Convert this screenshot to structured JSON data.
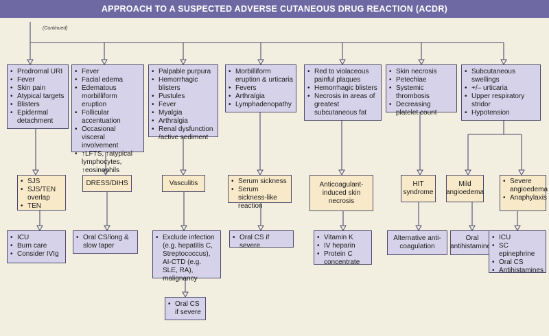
{
  "title": "APPROACH TO A SUSPECTED ADVERSE CUTANEOUS DRUG REACTION (ACDR)",
  "continued": "(Continued)",
  "columns": [
    {
      "findings": [
        "Prodromal URI",
        "Fever",
        "Skin pain",
        "Atypical targets",
        "Blisters",
        "Epidermal detachment"
      ],
      "diagnosis": [
        "SJS",
        "SJS/TEN overlap",
        "TEN"
      ],
      "management": [
        "ICU",
        "Burn care",
        "Consider IVIg"
      ]
    },
    {
      "findings": [
        "Fever",
        "Facial edema",
        "Edematous morbilliform eruption",
        "Follicular accentuation",
        "Occasional visceral involvement",
        "↑LFTS, ↑atypical lymphocytes, ↑eosinophils"
      ],
      "diagnosis_text": "DRESS/DIHS",
      "management": [
        "Oral CS/long & slow taper"
      ]
    },
    {
      "findings": [
        "Palpable purpura",
        "Hemorrhagic blisters",
        "Pustules",
        "Fever",
        "Myalgia",
        "Arthralgia",
        "Renal dysfunction /active sediment"
      ],
      "diagnosis_text": "Vasculitis",
      "management": [
        "Exclude infection (e.g. hepatitis C, Streptococcus), AI-CTD (e.g. SLE, RA), malignancy"
      ],
      "followup": [
        "Oral CS if severe"
      ]
    },
    {
      "findings": [
        "Morbilliform eruption & urticaria",
        "Fevers",
        "Arthralgia",
        "Lymphadenopathy"
      ],
      "diagnosis": [
        "Serum sickness",
        "Serum sickness-like reaction"
      ],
      "management": [
        "Oral CS if severe"
      ]
    },
    {
      "findings": [
        "Red to violaceous painful plaques",
        "Hemorrhagic blisters",
        "Necrosis in areas of greatest subcutaneous fat"
      ],
      "diagnosis_text": "Anticoagulant-induced skin necrosis",
      "management": [
        "Vitamin K",
        "IV heparin",
        "Protein C concentrate"
      ]
    },
    {
      "findings": [
        "Skin necrosis",
        "Petechiae",
        "Systemic thrombosis",
        "Decreasing platelet count"
      ],
      "diagnosis_text": "HIT syndrome",
      "management_text": "Alternative anti-coagulation"
    },
    {
      "findings": [
        "Subcutaneous swellings",
        "+/– urticaria",
        "Upper respiratory stridor",
        "Hypotension"
      ],
      "branches": [
        {
          "diagnosis_text": "Mild angioedema",
          "management_text": "Oral antihistamines"
        },
        {
          "diagnosis": [
            "Severe angioedema",
            "Anaphylaxis"
          ],
          "management": [
            "ICU",
            "SC epinephrine",
            "Oral CS",
            "Antihistamines"
          ]
        }
      ]
    }
  ],
  "colors": {
    "header": "#6f69a3",
    "background": "#f2efe0",
    "finding_box": "#d6d2e9",
    "diagnosis_box": "#f8e9c8",
    "line": "#4d4a6e"
  }
}
